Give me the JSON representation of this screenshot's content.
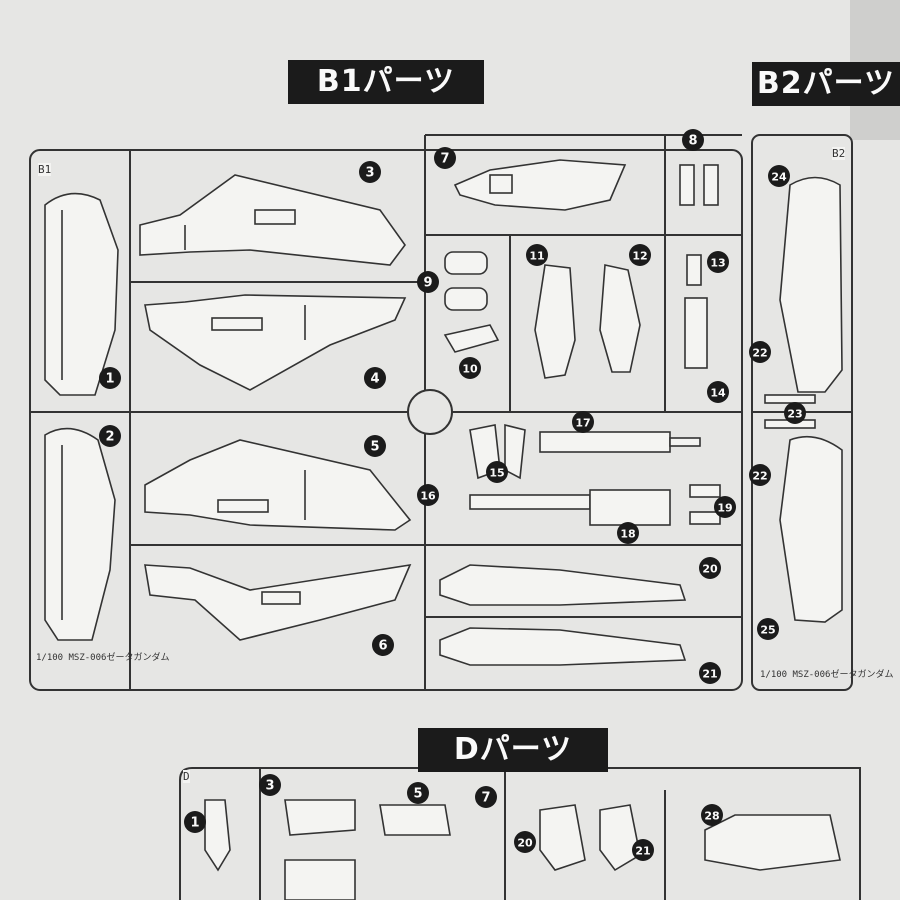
{
  "sheet_labels": {
    "b1": "B1パーツ",
    "b2": "B2パーツ",
    "d": "Dパーツ"
  },
  "frame_tags": {
    "b1": "B1",
    "b2": "B2",
    "d": "D"
  },
  "captions": {
    "b1": "1/100 MSZ-006ゼータガンダム",
    "b2": "1/100 MSZ-006ゼータガンダム"
  },
  "b1_part_numbers": [
    "1",
    "2",
    "3",
    "4",
    "5",
    "6",
    "7",
    "8",
    "9",
    "10",
    "11",
    "12",
    "13",
    "14",
    "15",
    "16",
    "17",
    "18",
    "19",
    "20",
    "21"
  ],
  "b2_part_numbers": [
    "22",
    "23",
    "22",
    "24",
    "25"
  ],
  "d_part_numbers": [
    "1",
    "3",
    "5",
    "7",
    "20",
    "21",
    "28"
  ],
  "colors": {
    "paper": "#e6e6e4",
    "ink": "#1b1b1b",
    "label_text": "#fafafa"
  }
}
